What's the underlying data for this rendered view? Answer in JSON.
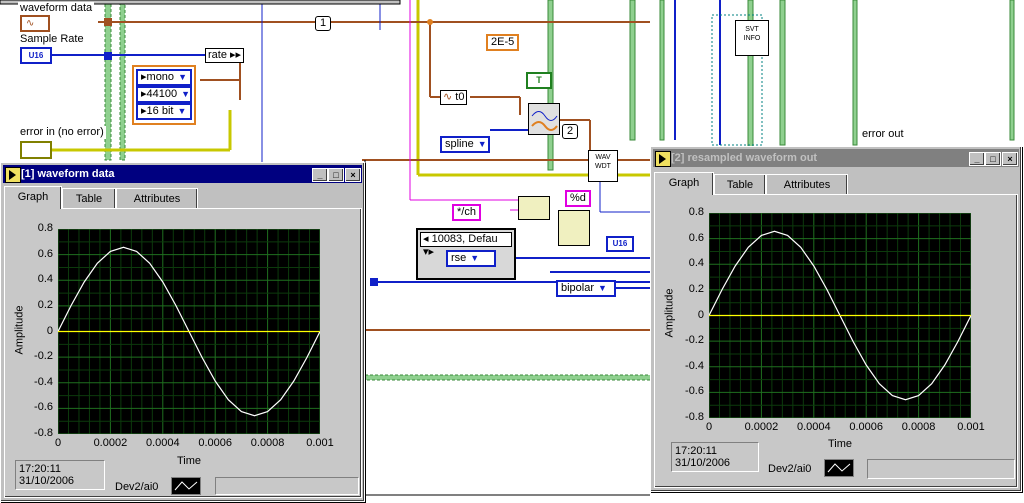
{
  "diagram": {
    "waveform_data_label": "waveform data",
    "sample_rate_label": "Sample Rate",
    "u16": "U16",
    "error_in_label": "error in (no error)",
    "rate_label": "rate",
    "mono": "mono",
    "rate44100": "44100",
    "bits16": "16 bit",
    "index_const": "1",
    "const_2e5": "2E-5",
    "t0_label": "t0",
    "true_const": "T",
    "spline": "spline",
    "const_2": "2",
    "wav_wdt": "WAV WDT",
    "svt_info": "SVT INFO",
    "error_out_label": "error out",
    "chan_str": "*/ch",
    "fmt_str": "%d",
    "device_ring": "10083, Defau",
    "rse": "rse",
    "bipolar": "bipolar",
    "u16_b": "U16"
  },
  "window1": {
    "title": "[1] waveform data",
    "tabs": [
      "Graph",
      "Table",
      "Attributes"
    ],
    "active_tab": "Graph",
    "timestamp_time": "17:20:11",
    "timestamp_date": "31/10/2006",
    "channel": "Dev2/ai0"
  },
  "window2": {
    "title": "[2] resampled waveform out",
    "tabs": [
      "Graph",
      "Table",
      "Attributes"
    ],
    "active_tab": "Graph",
    "timestamp_time": "17:20:11",
    "timestamp_date": "31/10/2006",
    "channel": "Dev2/ai0"
  },
  "chart_data": [
    {
      "type": "line",
      "xlabel": "Time",
      "ylabel": "Amplitude",
      "xlim": [
        0,
        0.001
      ],
      "ylim": [
        -0.8,
        0.8
      ],
      "x_ticks": [
        "0",
        "0.0002",
        "0.0004",
        "0.0006",
        "0.0008",
        "0.001"
      ],
      "y_ticks": [
        "0.8",
        "0.6",
        "0.4",
        "0.2",
        "0",
        "-0.2",
        "-0.4",
        "-0.6",
        "-0.8"
      ],
      "grid": true,
      "series": [
        {
          "x": [
            0,
            5e-05,
            0.0001,
            0.00015,
            0.0002,
            0.00025,
            0.0003,
            0.00035,
            0.0004,
            0.00045,
            0.0005,
            0.00055,
            0.0006,
            0.00065,
            0.0007,
            0.00075,
            0.0008,
            0.00085,
            0.0009,
            0.00095,
            0.001
          ],
          "values": [
            0,
            0.203,
            0.386,
            0.532,
            0.625,
            0.657,
            0.625,
            0.532,
            0.386,
            0.203,
            0,
            -0.203,
            -0.386,
            -0.532,
            -0.625,
            -0.657,
            -0.625,
            -0.532,
            -0.386,
            -0.203,
            0
          ],
          "color": "#ffffff"
        },
        {
          "x": [
            0,
            0.001
          ],
          "values": [
            0,
            0
          ],
          "color": "#ffff00"
        }
      ]
    },
    {
      "type": "line",
      "xlabel": "Time",
      "ylabel": "Amplitude",
      "xlim": [
        0,
        0.001
      ],
      "ylim": [
        -0.8,
        0.8
      ],
      "x_ticks": [
        "0",
        "0.0002",
        "0.0004",
        "0.0006",
        "0.0008",
        "0.001"
      ],
      "y_ticks": [
        "0.8",
        "0.6",
        "0.4",
        "0.2",
        "0",
        "-0.2",
        "-0.4",
        "-0.6",
        "-0.8"
      ],
      "grid": true,
      "series": [
        {
          "x": [
            0,
            5e-05,
            0.0001,
            0.00015,
            0.0002,
            0.00025,
            0.0003,
            0.00035,
            0.0004,
            0.00045,
            0.0005,
            0.00055,
            0.0006,
            0.00065,
            0.0007,
            0.00075,
            0.0008,
            0.00085,
            0.0009,
            0.00095,
            0.001
          ],
          "values": [
            0,
            0.203,
            0.386,
            0.532,
            0.625,
            0.657,
            0.625,
            0.532,
            0.386,
            0.203,
            0,
            -0.203,
            -0.386,
            -0.532,
            -0.625,
            -0.657,
            -0.625,
            -0.532,
            -0.386,
            -0.203,
            0
          ],
          "color": "#ffffff"
        },
        {
          "x": [
            0,
            0.001
          ],
          "values": [
            0,
            0
          ],
          "color": "#ffff00"
        }
      ]
    }
  ]
}
